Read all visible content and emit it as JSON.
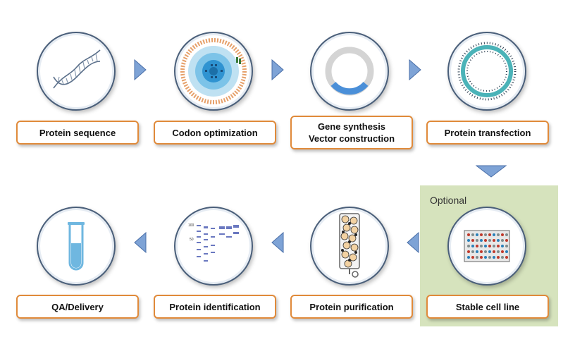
{
  "steps": [
    {
      "label": "Protein sequence",
      "icon": "dna-helix-icon"
    },
    {
      "label": "Codon optimization",
      "icon": "codon-wheel-icon"
    },
    {
      "label1": "Gene synthesis",
      "label2": "Vector construction",
      "icon": "plasmid-ring-icon"
    },
    {
      "label": "Protein transfection",
      "icon": "cell-membrane-icon"
    },
    {
      "label": "Stable cell line",
      "icon": "well-plate-icon"
    },
    {
      "label": "Protein purification",
      "icon": "chromatography-column-icon"
    },
    {
      "label": "Protein identification",
      "icon": "gel-electrophoresis-icon"
    },
    {
      "label": "QA/Delivery",
      "icon": "test-tube-icon"
    }
  ],
  "optional_label": "Optional",
  "gel_ladder": [
    "100",
    "50"
  ],
  "colors": {
    "accent_border": "#e08a3a",
    "arrow": "#7ea3d6",
    "optional_bg": "#d6e3bd",
    "circle_border": "#4a5f7a"
  }
}
